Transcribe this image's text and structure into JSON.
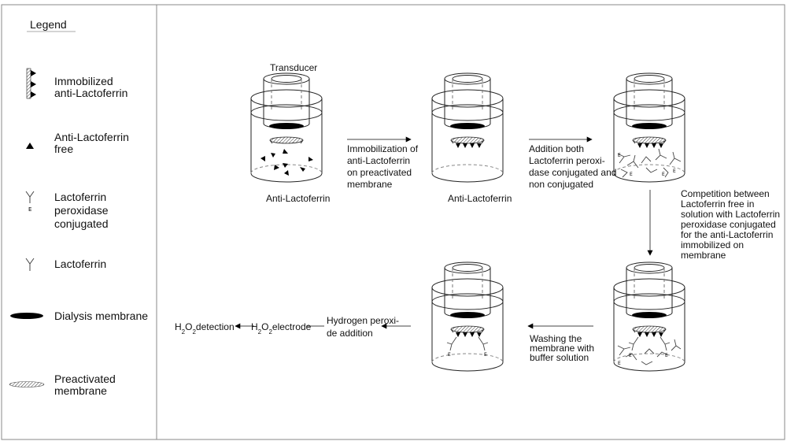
{
  "legend": {
    "title": "Legend",
    "items": [
      {
        "label": "Immobilized\nanti-Lactoferrin",
        "icon": "immobilized-antibody-icon"
      },
      {
        "label": "Anti-Lactoferrin\nfree",
        "icon": "free-antibody-icon"
      },
      {
        "label": "Lactoferrin\nperoxidase\nconjugated",
        "icon": "conjugated-lactoferrin-icon"
      },
      {
        "label": "Lactoferrin",
        "icon": "lactoferrin-icon"
      },
      {
        "label": "Dialysis membrane",
        "icon": "dialysis-membrane-icon"
      },
      {
        "label": "Preactivated\nmembrane",
        "icon": "preactivated-membrane-icon"
      }
    ]
  },
  "steps": {
    "transducer": "Transducer",
    "step1_caption": "Anti-Lactoferrin",
    "arrow1_text": "Immobilization of\nanti-Lactoferrin\non preactivated\nmembrane",
    "step2_caption": "Anti-Lactoferrin",
    "arrow2_text": "Addition both\nLactoferrin peroxi-\ndase conjugated and\nnon conjugated",
    "arrow3_text": "Competition between\nLactoferrin free in\nsolution with Lactoferrin\nperoxidase conjugated\nfor the anti-Lactoferrin\nimmobilized on\nmembrane",
    "arrow4_text": "Washing the\nmembrane with\nbuffer solution",
    "arrow5_text": "Hydrogen peroxi-\nde addition",
    "electrode_h": "H",
    "electrode_sub1": "2",
    "electrode_o": "O",
    "electrode_sub2": "2",
    "electrode_word": "electrode",
    "detection_h": "H",
    "detection_sub1": "2",
    "detection_o": "O",
    "detection_sub2": "2",
    "detection_word": "detection",
    "enzyme_letter": "E"
  },
  "colors": {
    "stroke": "#222222",
    "frame": "#888888",
    "fill": "#000000"
  }
}
